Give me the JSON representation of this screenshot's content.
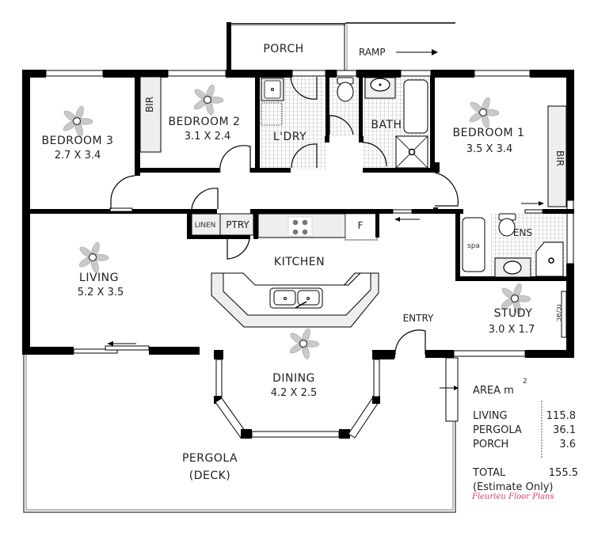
{
  "plan": {
    "rooms": {
      "porch": {
        "name": "PORCH"
      },
      "ramp": {
        "name": "RAMP"
      },
      "bedroom3": {
        "name": "BEDROOM 3",
        "size": "2.7 X 3.4"
      },
      "bedroom2": {
        "name": "BEDROOM 2",
        "size": "3.1 X 2.4"
      },
      "bedroom1": {
        "name": "BEDROOM 1",
        "size": "3.5 X 3.4"
      },
      "bir_bed2": {
        "name": "BIR"
      },
      "bir_bed1": {
        "name": "BIR"
      },
      "laundry": {
        "name": "L'DRY"
      },
      "bath": {
        "name": "BATH"
      },
      "linen": {
        "name": "LINEN"
      },
      "pantry": {
        "name": "PTRY"
      },
      "fridge": {
        "name": "F"
      },
      "kitchen": {
        "name": "KITCHEN"
      },
      "ensuite": {
        "name": "ENS"
      },
      "spa": {
        "name": "spa"
      },
      "living": {
        "name": "LIVING",
        "size": "5.2 X 3.5"
      },
      "study": {
        "name": "STUDY",
        "size": "3.0 X 1.7"
      },
      "rcac": {
        "name": "rc/ac"
      },
      "entry": {
        "name": "ENTRY"
      },
      "dining": {
        "name": "DINING",
        "size": "4.2 X 2.5"
      },
      "pergola": {
        "name": "PERGOLA",
        "sub": "(DECK)"
      }
    },
    "area_table": {
      "title": "AREA m",
      "superscript": "2",
      "rows": [
        {
          "label": "LIVING",
          "value": "115.8"
        },
        {
          "label": "PERGOLA",
          "value": "36.1"
        },
        {
          "label": "PORCH",
          "value": "3.6"
        }
      ],
      "total_label": "TOTAL",
      "total_value": "155.5",
      "note": "(Estimate Only)"
    },
    "credit": "Fleurieu Floor Plans",
    "colors": {
      "wall": "#000000",
      "fixture_fill": "#eeeeee",
      "fan": "#c9c9c9",
      "credit": "#d9405a"
    }
  }
}
